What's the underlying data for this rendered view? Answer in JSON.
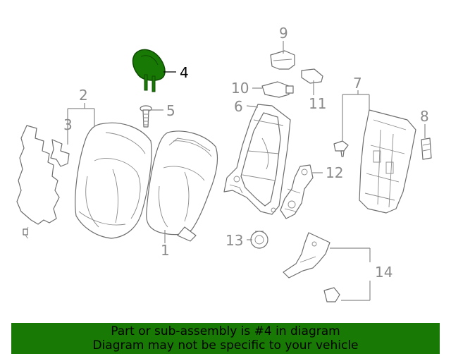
{
  "diagram": {
    "highlighted_part": "4",
    "highlight_color": "#187a05",
    "callouts": {
      "c1": "1",
      "c2": "2",
      "c3": "3",
      "c4": "4",
      "c5": "5",
      "c6": "6",
      "c7": "7",
      "c8": "8",
      "c9": "9",
      "c10": "10",
      "c11": "11",
      "c12": "12",
      "c13": "13",
      "c14": "14"
    }
  },
  "banner": {
    "line1": "Part or sub-assembly is #4 in diagram",
    "line2": "Diagram may not be specific to your vehicle",
    "background": "#187a05"
  }
}
